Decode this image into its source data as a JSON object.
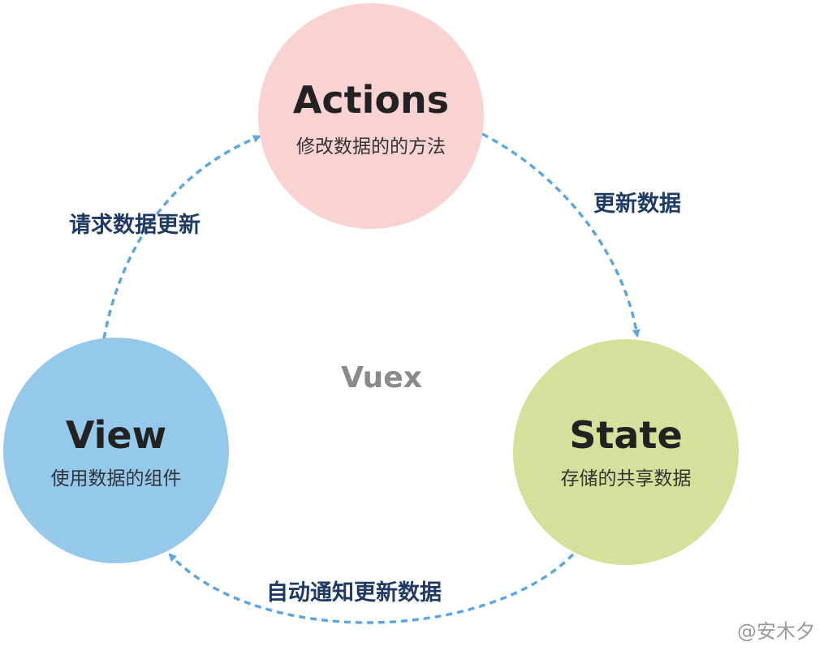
{
  "colors": {
    "actions_fill": "#f9d3d1",
    "view_fill": "#94c9ec",
    "state_fill": "#d3e19b",
    "arrow": "#5da6df",
    "edge_label": "#1f3b63",
    "center_label": "#8a8a8a"
  },
  "center": {
    "label": "Vuex"
  },
  "nodes": {
    "actions": {
      "title": "Actions",
      "subtitle": "修改数据的的方法"
    },
    "view": {
      "title": "View",
      "subtitle": "使用数据的组件"
    },
    "state": {
      "title": "State",
      "subtitle": "存储的共享数据"
    }
  },
  "edges": {
    "actions_to_state": {
      "label": "更新数据"
    },
    "state_to_view": {
      "label": "自动通知更新数据"
    },
    "view_to_actions": {
      "label": "请求数据更新"
    }
  },
  "watermark": "@安木夕"
}
